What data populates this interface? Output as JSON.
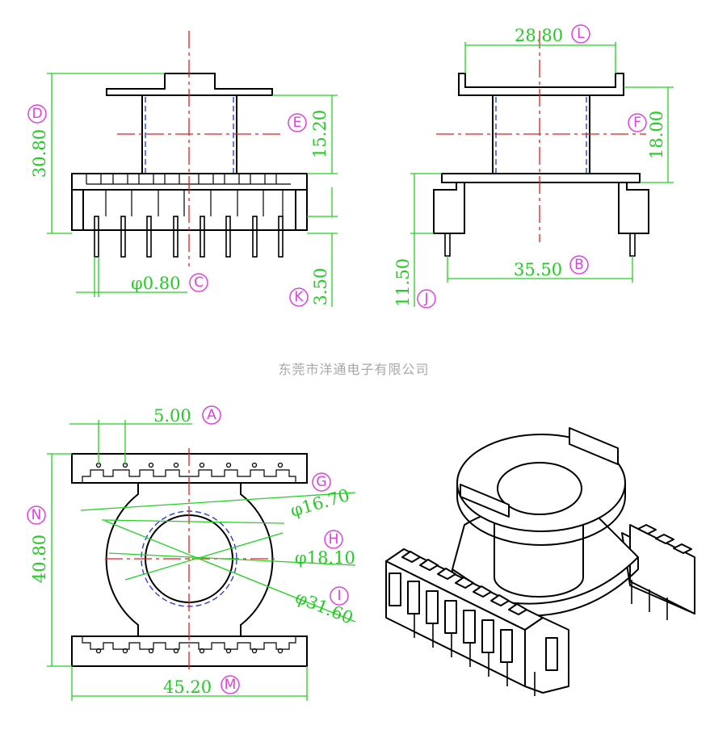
{
  "company_name": "东莞市洋通电子有限公司",
  "colors": {
    "dimension": "#22cc22",
    "centerline": "#e0201e",
    "hidden_line": "#2a3fd8",
    "reference_letter": "#e040e0",
    "outline": "#000000"
  },
  "dimensions": {
    "A": {
      "letter": "A",
      "value": "5.00"
    },
    "B": {
      "letter": "B",
      "value": "35.50"
    },
    "C": {
      "letter": "C",
      "value": "φ0.80"
    },
    "D": {
      "letter": "D",
      "value": "30.80"
    },
    "E": {
      "letter": "E",
      "value": "15.20"
    },
    "F": {
      "letter": "F",
      "value": "18.00"
    },
    "G": {
      "letter": "G",
      "value": "φ16.70"
    },
    "H": {
      "letter": "H",
      "value": "φ18.10"
    },
    "I": {
      "letter": "I",
      "value": "φ31.60"
    },
    "J": {
      "letter": "J",
      "value": "11.50"
    },
    "K": {
      "letter": "K",
      "value": "3.50"
    },
    "L": {
      "letter": "L",
      "value": "28.80"
    },
    "M": {
      "letter": "M",
      "value": "45.20"
    },
    "N": {
      "letter": "N",
      "value": "40.80"
    }
  }
}
